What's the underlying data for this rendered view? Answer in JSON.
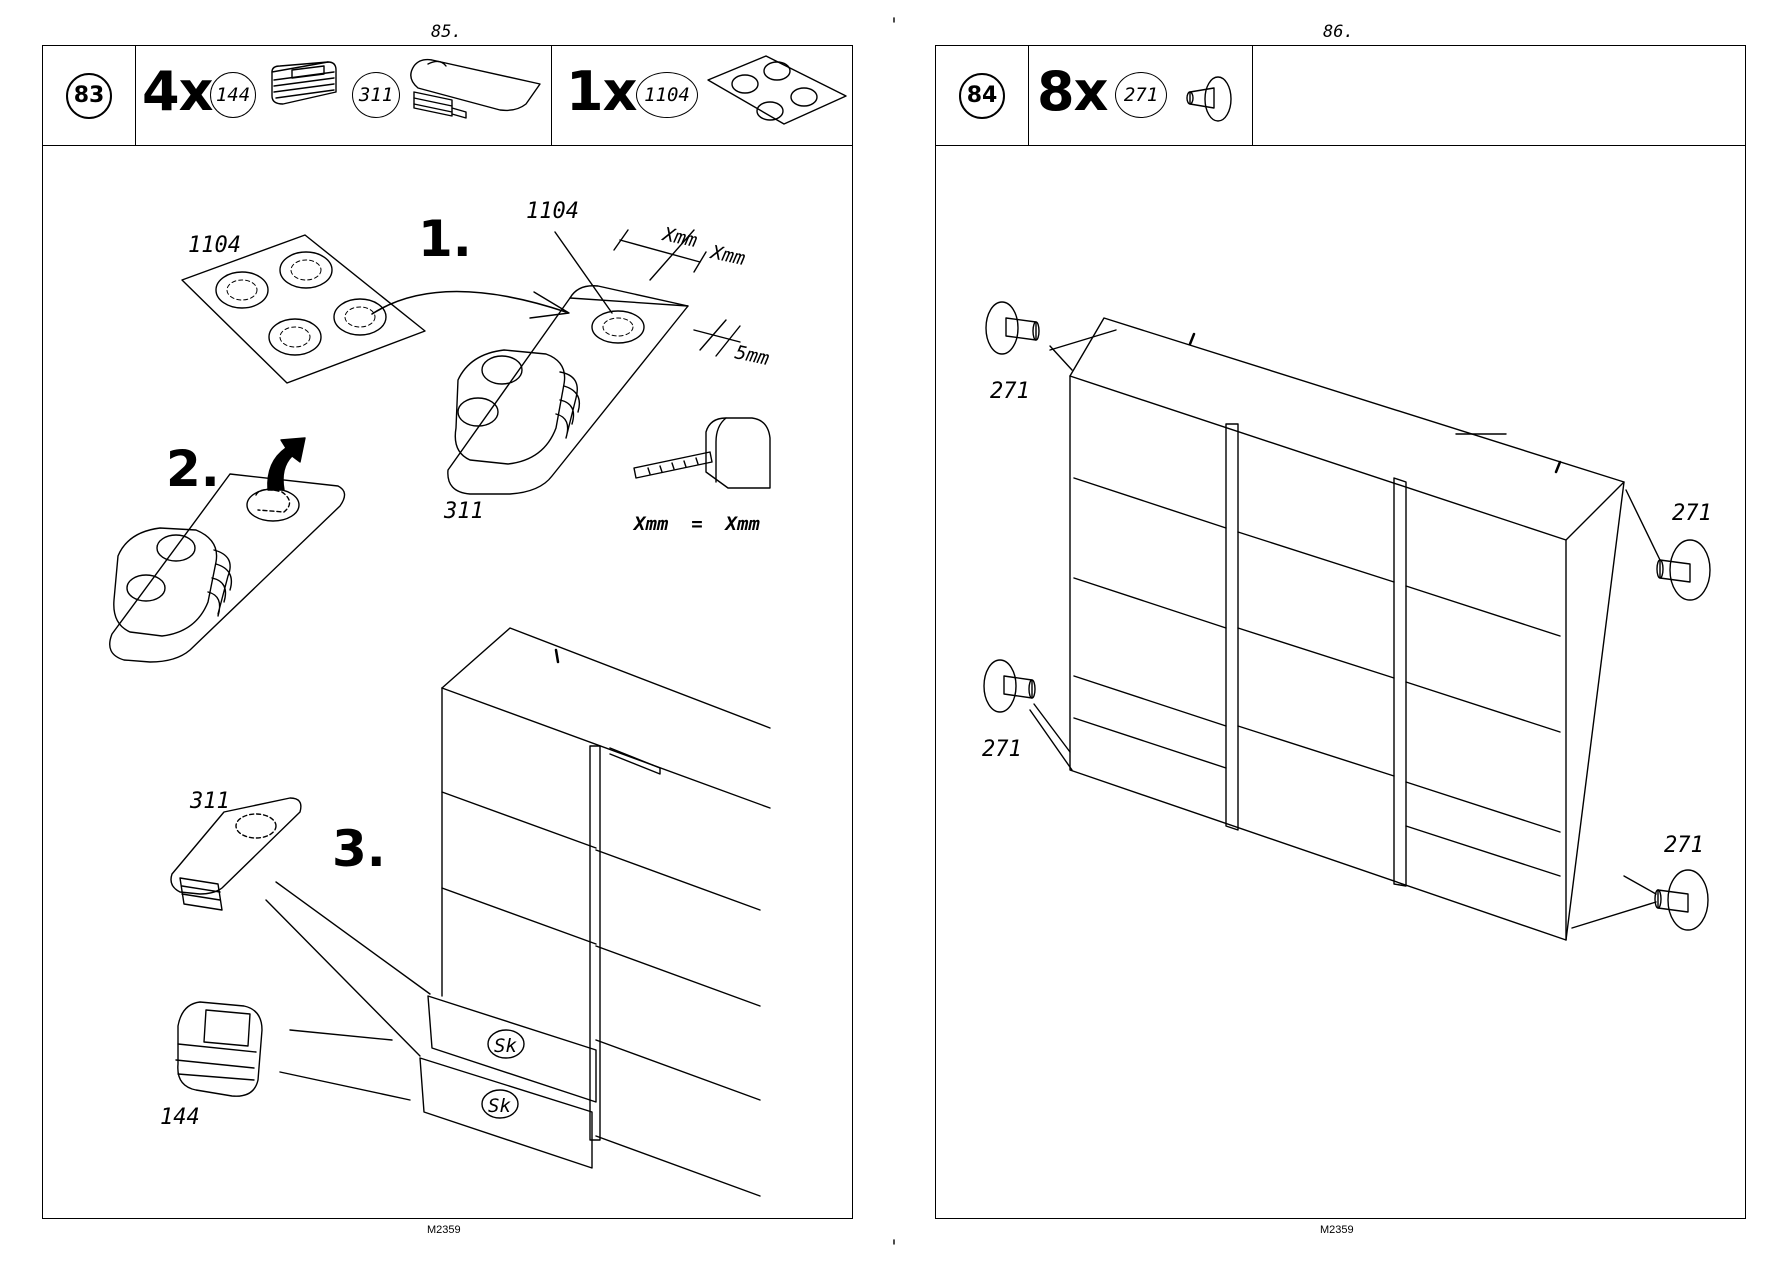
{
  "left_page": {
    "page_number": "85.",
    "footer": "M2359",
    "step": "83",
    "parts": [
      {
        "qty": "4x",
        "ids": [
          "144",
          "311"
        ]
      },
      {
        "qty": "1x",
        "ids": [
          "1104"
        ]
      }
    ],
    "substeps": [
      "1.",
      "2.",
      "3."
    ],
    "callouts": {
      "pad_sheet": "1104",
      "pad_on_glide": "1104",
      "glide": "311",
      "glide_small": "311",
      "insert": "144"
    },
    "measurements": {
      "x1": "Xmm",
      "x2": "Xmm",
      "offset": "5mm",
      "equal": "Xmm  =  Xmm"
    },
    "drawer_labels": [
      "Sk",
      "Sk"
    ]
  },
  "right_page": {
    "page_number": "86.",
    "footer": "M2359",
    "step": "84",
    "parts": [
      {
        "qty": "8x",
        "ids": [
          "271"
        ]
      }
    ],
    "callouts": [
      "271",
      "271",
      "271",
      "271"
    ]
  }
}
